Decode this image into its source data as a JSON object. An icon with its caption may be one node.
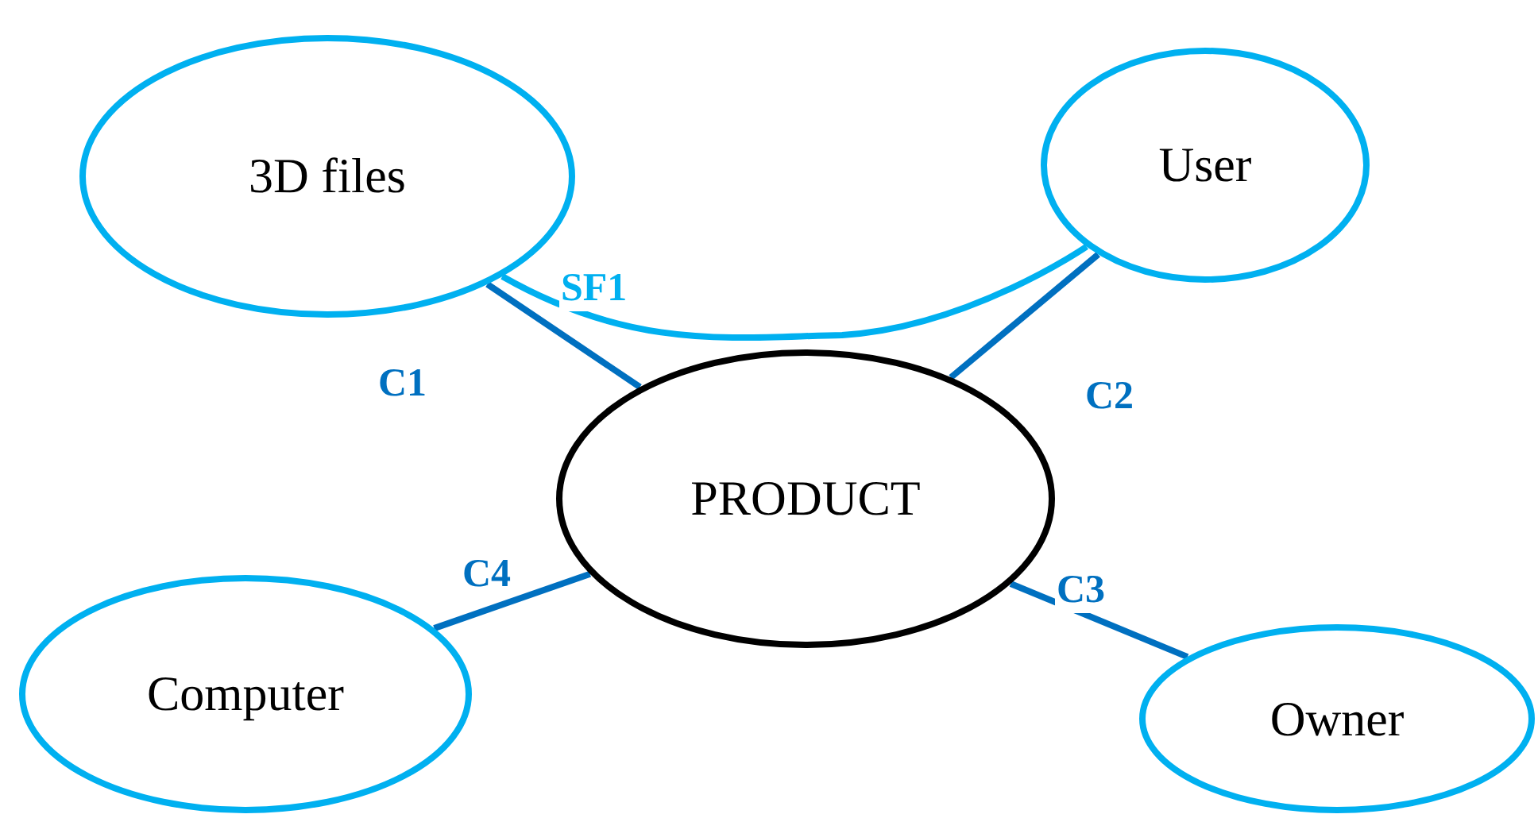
{
  "diagram": {
    "nodes": [
      {
        "text": [
          "3D files"
        ]
      },
      {
        "text": [
          "User"
        ]
      },
      {
        "text": [
          "PRODUCT"
        ]
      },
      {
        "text": [
          "Computer"
        ]
      },
      {
        "text": [
          "Owner"
        ]
      }
    ],
    "edges": [
      {
        "from": 0,
        "to": 2,
        "arrow": "none",
        "label": "C1"
      },
      {
        "from": 1,
        "to": 2,
        "arrow": "none",
        "label": "C2"
      },
      {
        "from": 2,
        "to": 4,
        "arrow": "none",
        "label": "C3"
      },
      {
        "from": 2,
        "to": 3,
        "arrow": "none",
        "label": "C4"
      },
      {
        "from": 0,
        "to": 1,
        "arrow": "none",
        "label": "SF1",
        "color": "#00b0f0"
      }
    ]
  }
}
